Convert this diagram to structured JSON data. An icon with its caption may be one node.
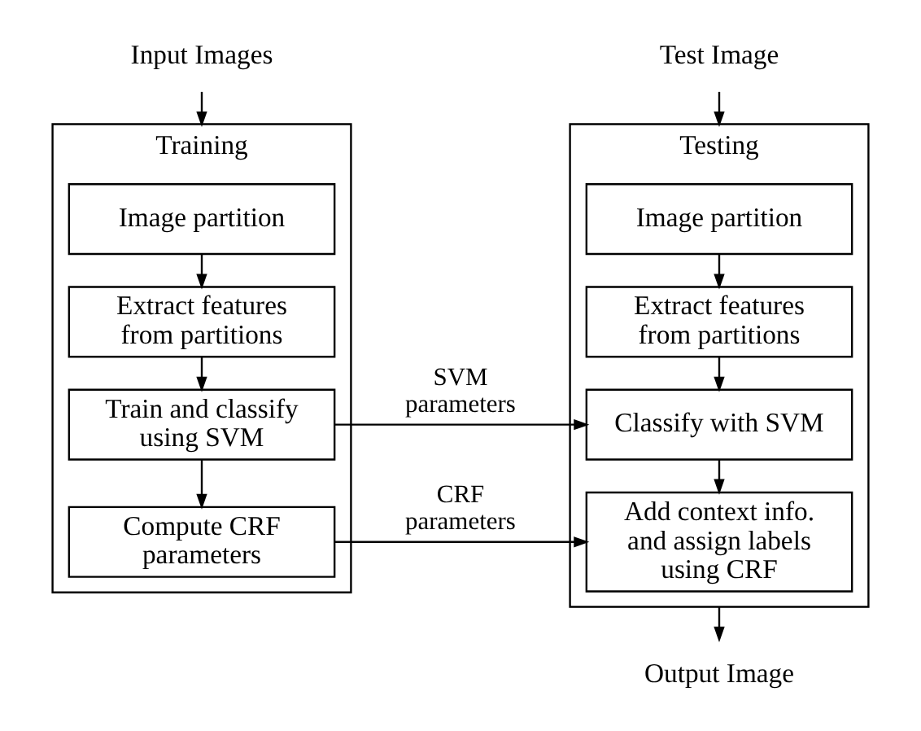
{
  "diagram": {
    "nodes": [
      {
        "text": [
          "Input Images"
        ]
      },
      {
        "text": [
          "Training"
        ]
      },
      {
        "text": [
          "Image partition"
        ],
        "in": 1
      },
      {
        "text": [
          "Extract features from partitions"
        ],
        "in": 1
      },
      {
        "text": [
          "Train and classify using SVM"
        ],
        "in": 1
      },
      {
        "text": [
          "Compute CRF parameters"
        ],
        "in": 1
      },
      {
        "text": [
          "Test Image"
        ]
      },
      {
        "text": [
          "Testing"
        ]
      },
      {
        "text": [
          "Image partition"
        ],
        "in": 7
      },
      {
        "text": [
          "Extract features from partitions"
        ],
        "in": 7
      },
      {
        "text": [
          "Classify with SVM"
        ],
        "in": 7
      },
      {
        "text": [
          "Add context info. and assign labels using CRF"
        ],
        "in": 7
      },
      {
        "text": [
          "Output Image"
        ]
      }
    ],
    "edges": [
      {
        "from": 0,
        "to": 1,
        "arrow": "to"
      },
      {
        "from": 2,
        "to": 3,
        "arrow": "to"
      },
      {
        "from": 3,
        "to": 4,
        "arrow": "to"
      },
      {
        "from": 4,
        "to": 5,
        "arrow": "to"
      },
      {
        "from": 6,
        "to": 7,
        "arrow": "to"
      },
      {
        "from": 8,
        "to": 9,
        "arrow": "to"
      },
      {
        "from": 9,
        "to": 10,
        "arrow": "to"
      },
      {
        "from": 10,
        "to": 11,
        "arrow": "to"
      },
      {
        "from": 4,
        "to": 10,
        "arrow": "to",
        "label": "SVM parameters"
      },
      {
        "from": 5,
        "to": 11,
        "arrow": "to",
        "label": "CRF parameters"
      },
      {
        "from": 7,
        "to": 12,
        "arrow": "to"
      }
    ]
  }
}
